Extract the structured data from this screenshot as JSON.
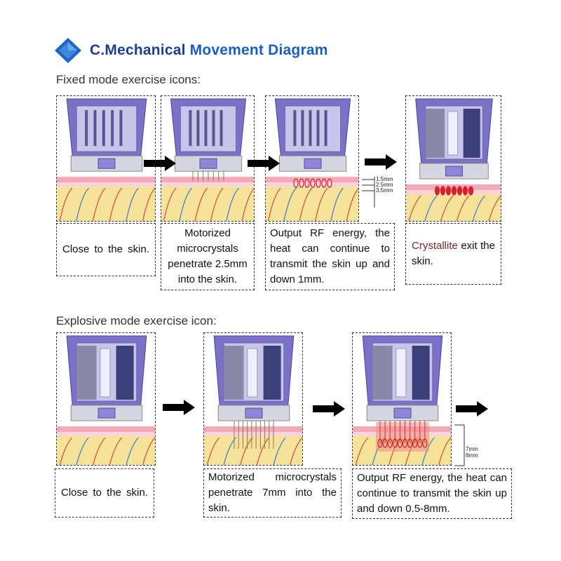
{
  "title": {
    "part1": "C.Mechanical",
    "part2": "Movement Diagram"
  },
  "colors": {
    "title_dark": "#1e3f8c",
    "title_blue": "#1a5fc0",
    "diamond": "#1e63c8",
    "rf_red": "#d8212a",
    "skin_pink": "#f4a9b7",
    "skin_yellow": "#f7e29a",
    "device_purple": "#7b72c8"
  },
  "fixed": {
    "heading": "Fixed mode exercise icons:",
    "steps": [
      {
        "caption": "Close to the skin."
      },
      {
        "caption": "Motorized microcrystals penetrate 2.5mm into the skin."
      },
      {
        "caption": "Output RF energy, the heat can continue to transmit the skin up and down 1mm."
      },
      {
        "caption_highlight": "Crystallite",
        "caption_rest": "exit the skin."
      }
    ],
    "scale_labels": [
      "1.5mm",
      "2.5mm",
      "3.5mm"
    ]
  },
  "explosive": {
    "heading": "Explosive mode exercise icon:",
    "steps": [
      {
        "caption": "Close to the skin."
      },
      {
        "caption": "Motorized microcrystals penetrate 7mm into the skin."
      },
      {
        "caption": "Output RF energy, the heat can continue to transmit the skin up and down 0.5-8mm."
      }
    ],
    "scale_labels": [
      "7mm",
      "8mm"
    ]
  },
  "icons": {
    "diamond": "diamond-logo-icon",
    "arrow": "right-arrow-icon"
  }
}
